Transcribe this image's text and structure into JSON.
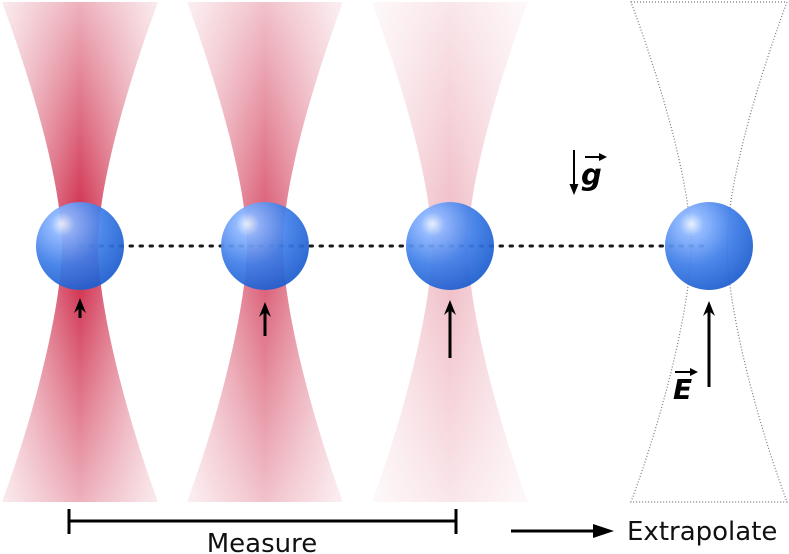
{
  "labels": {
    "gravity": "g",
    "field": "E",
    "measure": "Measure",
    "extrapolate": "Extrapolate"
  },
  "colors": {
    "beam": "#cc1f40",
    "sphere": "#3f7ee8",
    "sphere_highlight": "#e8f2ff",
    "ink": "#000000",
    "dotted_line": "#1a1a1a"
  },
  "beams": [
    {
      "name": "beam-1",
      "intensity": 1.0,
      "style": "solid"
    },
    {
      "name": "beam-2",
      "intensity": 0.6,
      "style": "solid"
    },
    {
      "name": "beam-3",
      "intensity": 0.22,
      "style": "solid"
    },
    {
      "name": "beam-4",
      "intensity": 0.0,
      "style": "outline"
    }
  ],
  "field_arrows": [
    {
      "name": "field-arrow-1",
      "relative_length": 0.15
    },
    {
      "name": "field-arrow-2",
      "relative_length": 0.35
    },
    {
      "name": "field-arrow-3",
      "relative_length": 0.65
    },
    {
      "name": "field-arrow-4",
      "relative_length": 1.0
    }
  ]
}
